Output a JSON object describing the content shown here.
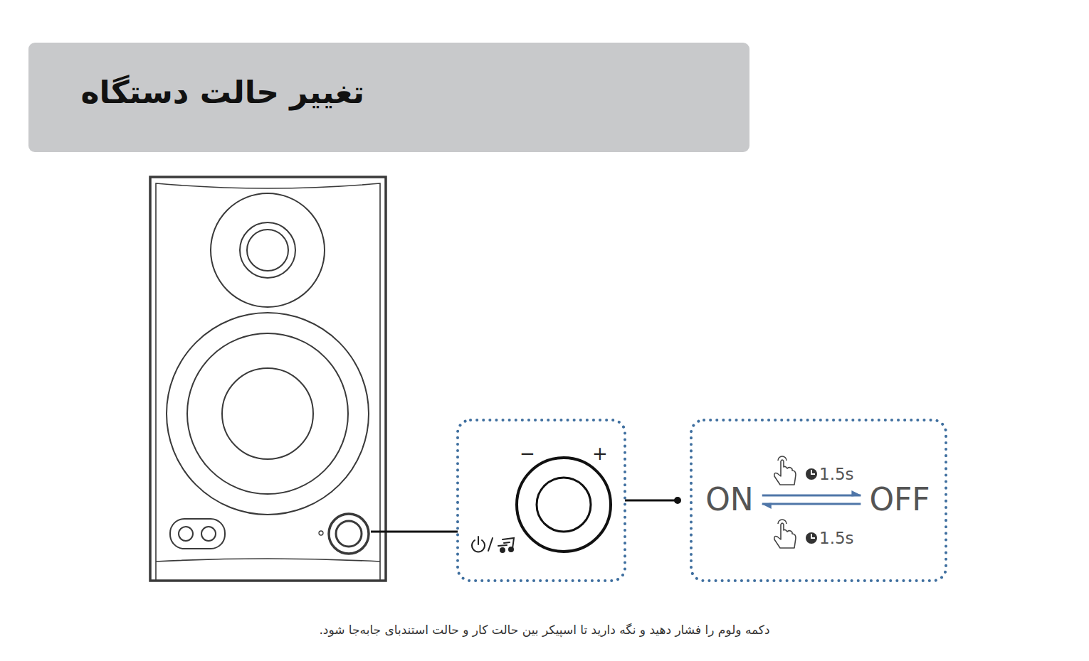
{
  "diagram": {
    "title": "تغییر حالت دستگاه",
    "caption": "دکمه ولوم را فشار دهید و نگه دارید تا اسپیکر بین حالت کار و حالت استندبای جابه‌جا شود.",
    "nodes": [
      {
        "text": [
          "ON"
        ]
      },
      {
        "text": [
          "OFF"
        ]
      }
    ],
    "edges": [
      {
        "from": 0,
        "to": 1,
        "arrow": "to",
        "label": "1.5s"
      },
      {
        "from": 1,
        "to": 0,
        "arrow": "to",
        "label": "1.5s"
      }
    ],
    "labels": [
      "−",
      "+"
    ]
  }
}
